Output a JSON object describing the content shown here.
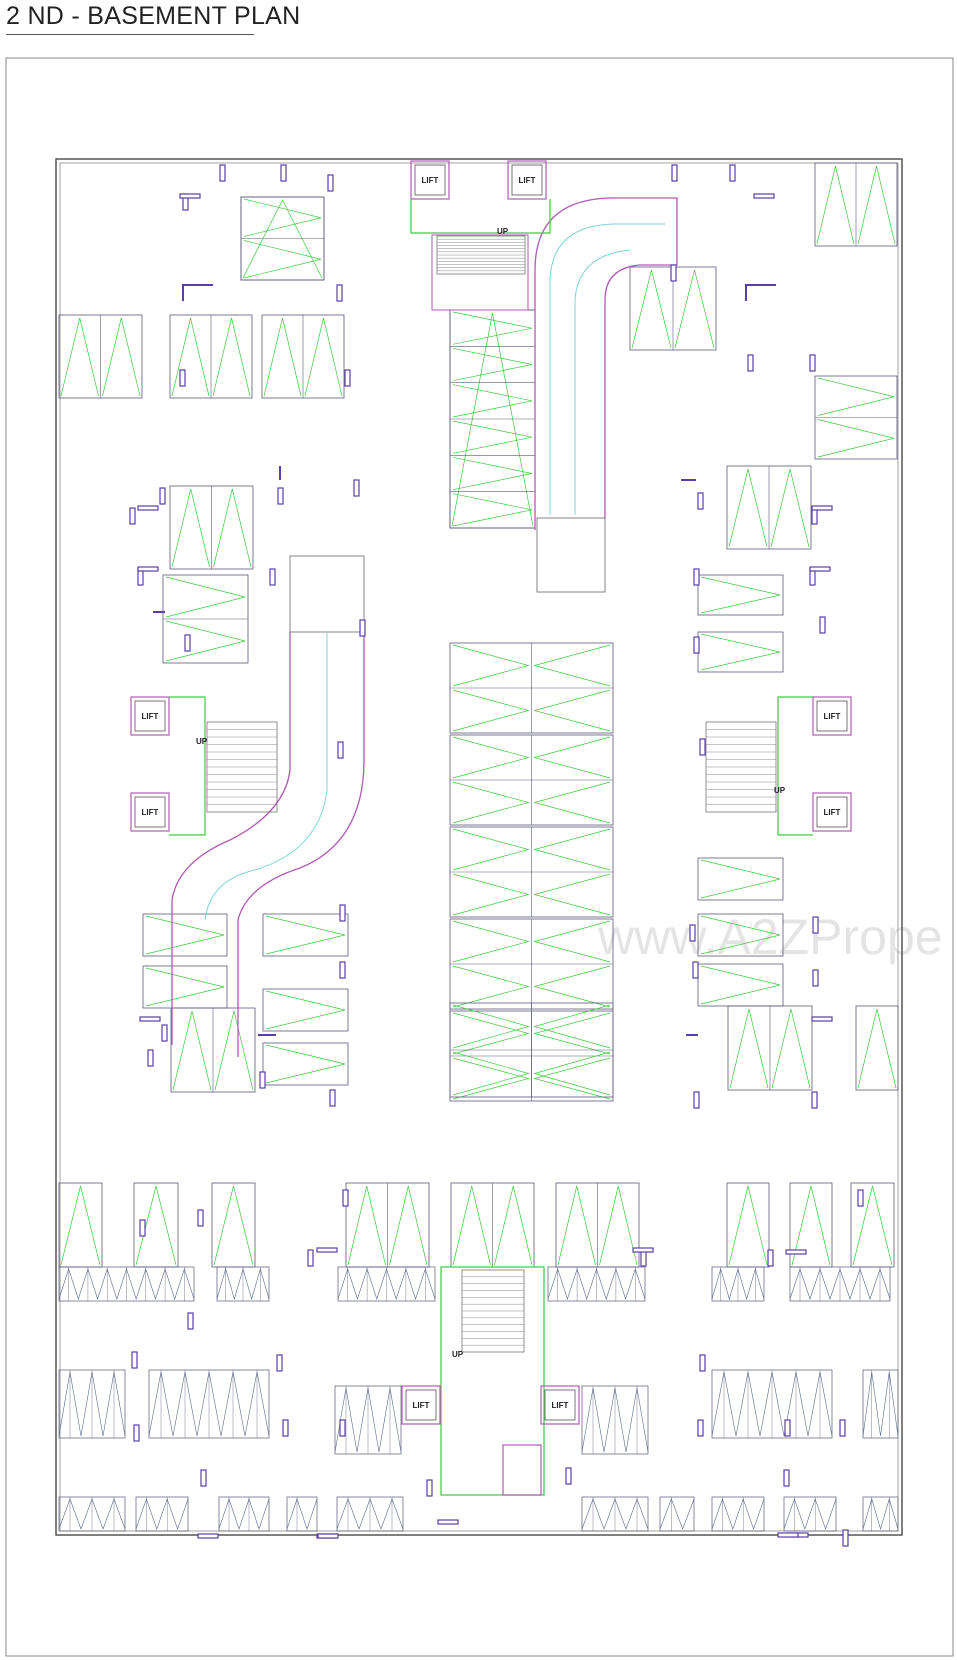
{
  "title": "2 ND - BASEMENT PLAN",
  "watermark": "www.A2ZPrope",
  "labels": {
    "lift": "LIFT",
    "up": "UP"
  },
  "colors": {
    "wall": "#5a5a7a",
    "bay_line": "#3fc93f",
    "ramp_outer": "#b05ab5",
    "ramp_inner": "#7fd4d9",
    "column": "#5a3ea8",
    "stair": "#8a8a8a"
  }
}
